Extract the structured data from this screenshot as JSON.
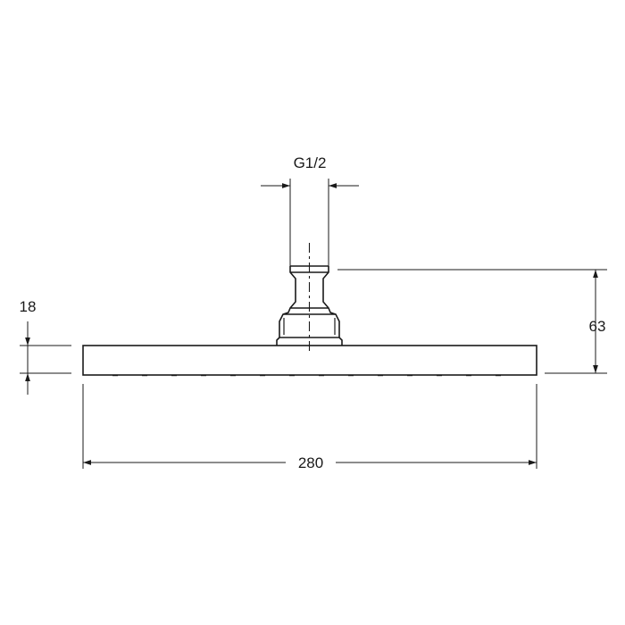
{
  "drawing": {
    "ink_color": "#1a1a1a",
    "background": "#ffffff",
    "dimensions": {
      "thread": "G1/2",
      "total_height": "63",
      "head_thickness": "18",
      "head_width": "280"
    }
  }
}
